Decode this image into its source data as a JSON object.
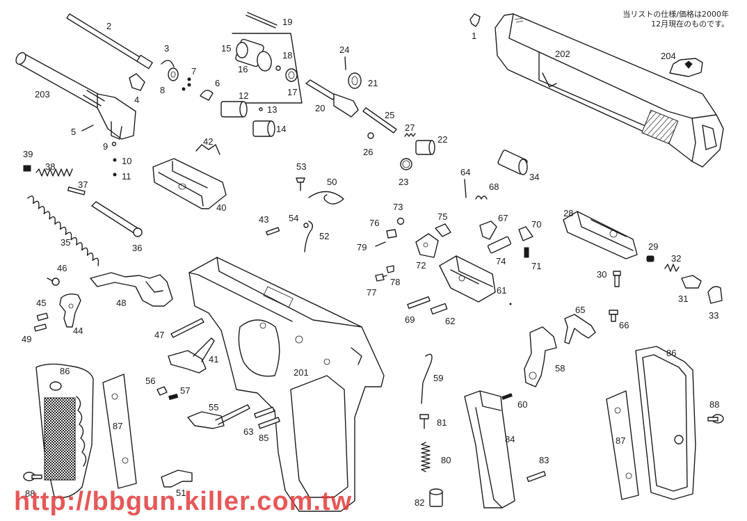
{
  "note": {
    "line1": "当リストの仕様/価格は2000年",
    "line2": "12月現在のものです。"
  },
  "watermark": "http://bbgun.killer.com.tw",
  "part_numbers": {
    "p1": "1",
    "p2": "2",
    "p3": "3",
    "p4": "4",
    "p5": "5",
    "p6": "6",
    "p7": "7",
    "p8": "8",
    "p9": "9",
    "p10": "10",
    "p11": "11",
    "p12": "12",
    "p13": "13",
    "p14": "14",
    "p15": "15",
    "p16": "16",
    "p17": "17",
    "p18": "18",
    "p19": "19",
    "p20": "20",
    "p21": "21",
    "p22": "22",
    "p23": "23",
    "p24": "24",
    "p25": "25",
    "p26": "26",
    "p27": "27",
    "p28": "28",
    "p29": "29",
    "p30": "30",
    "p31": "31",
    "p32": "32",
    "p33": "33",
    "p34": "34",
    "p35": "35",
    "p36": "36",
    "p37": "37",
    "p38": "38",
    "p39": "39",
    "p40": "40",
    "p41": "41",
    "p42": "42",
    "p43": "43",
    "p44": "44",
    "p45": "45",
    "p46": "46",
    "p47": "47",
    "p48": "48",
    "p49": "49",
    "p50": "50",
    "p51": "51",
    "p52": "52",
    "p53": "53",
    "p54": "54",
    "p55": "55",
    "p56": "56",
    "p57": "57",
    "p58": "58",
    "p59": "59",
    "p60": "60",
    "p61": "61",
    "p62": "62",
    "p63": "63",
    "p64": "64",
    "p65": "65",
    "p66": "66",
    "p67": "67",
    "p68": "68",
    "p69": "69",
    "p70": "70",
    "p71": "71",
    "p72": "72",
    "p73": "73",
    "p74": "74",
    "p75": "75",
    "p76": "76",
    "p77": "77",
    "p78": "78",
    "p79": "79",
    "p80": "80",
    "p81": "81",
    "p82": "82",
    "p83": "83",
    "p84": "84",
    "p85": "85",
    "p86a": "86",
    "p86b": "86",
    "p87a": "87",
    "p87b": "87",
    "p88a": "88",
    "p88b": "88",
    "p201": "201",
    "p202": "202",
    "p203": "203",
    "p204": "204"
  }
}
